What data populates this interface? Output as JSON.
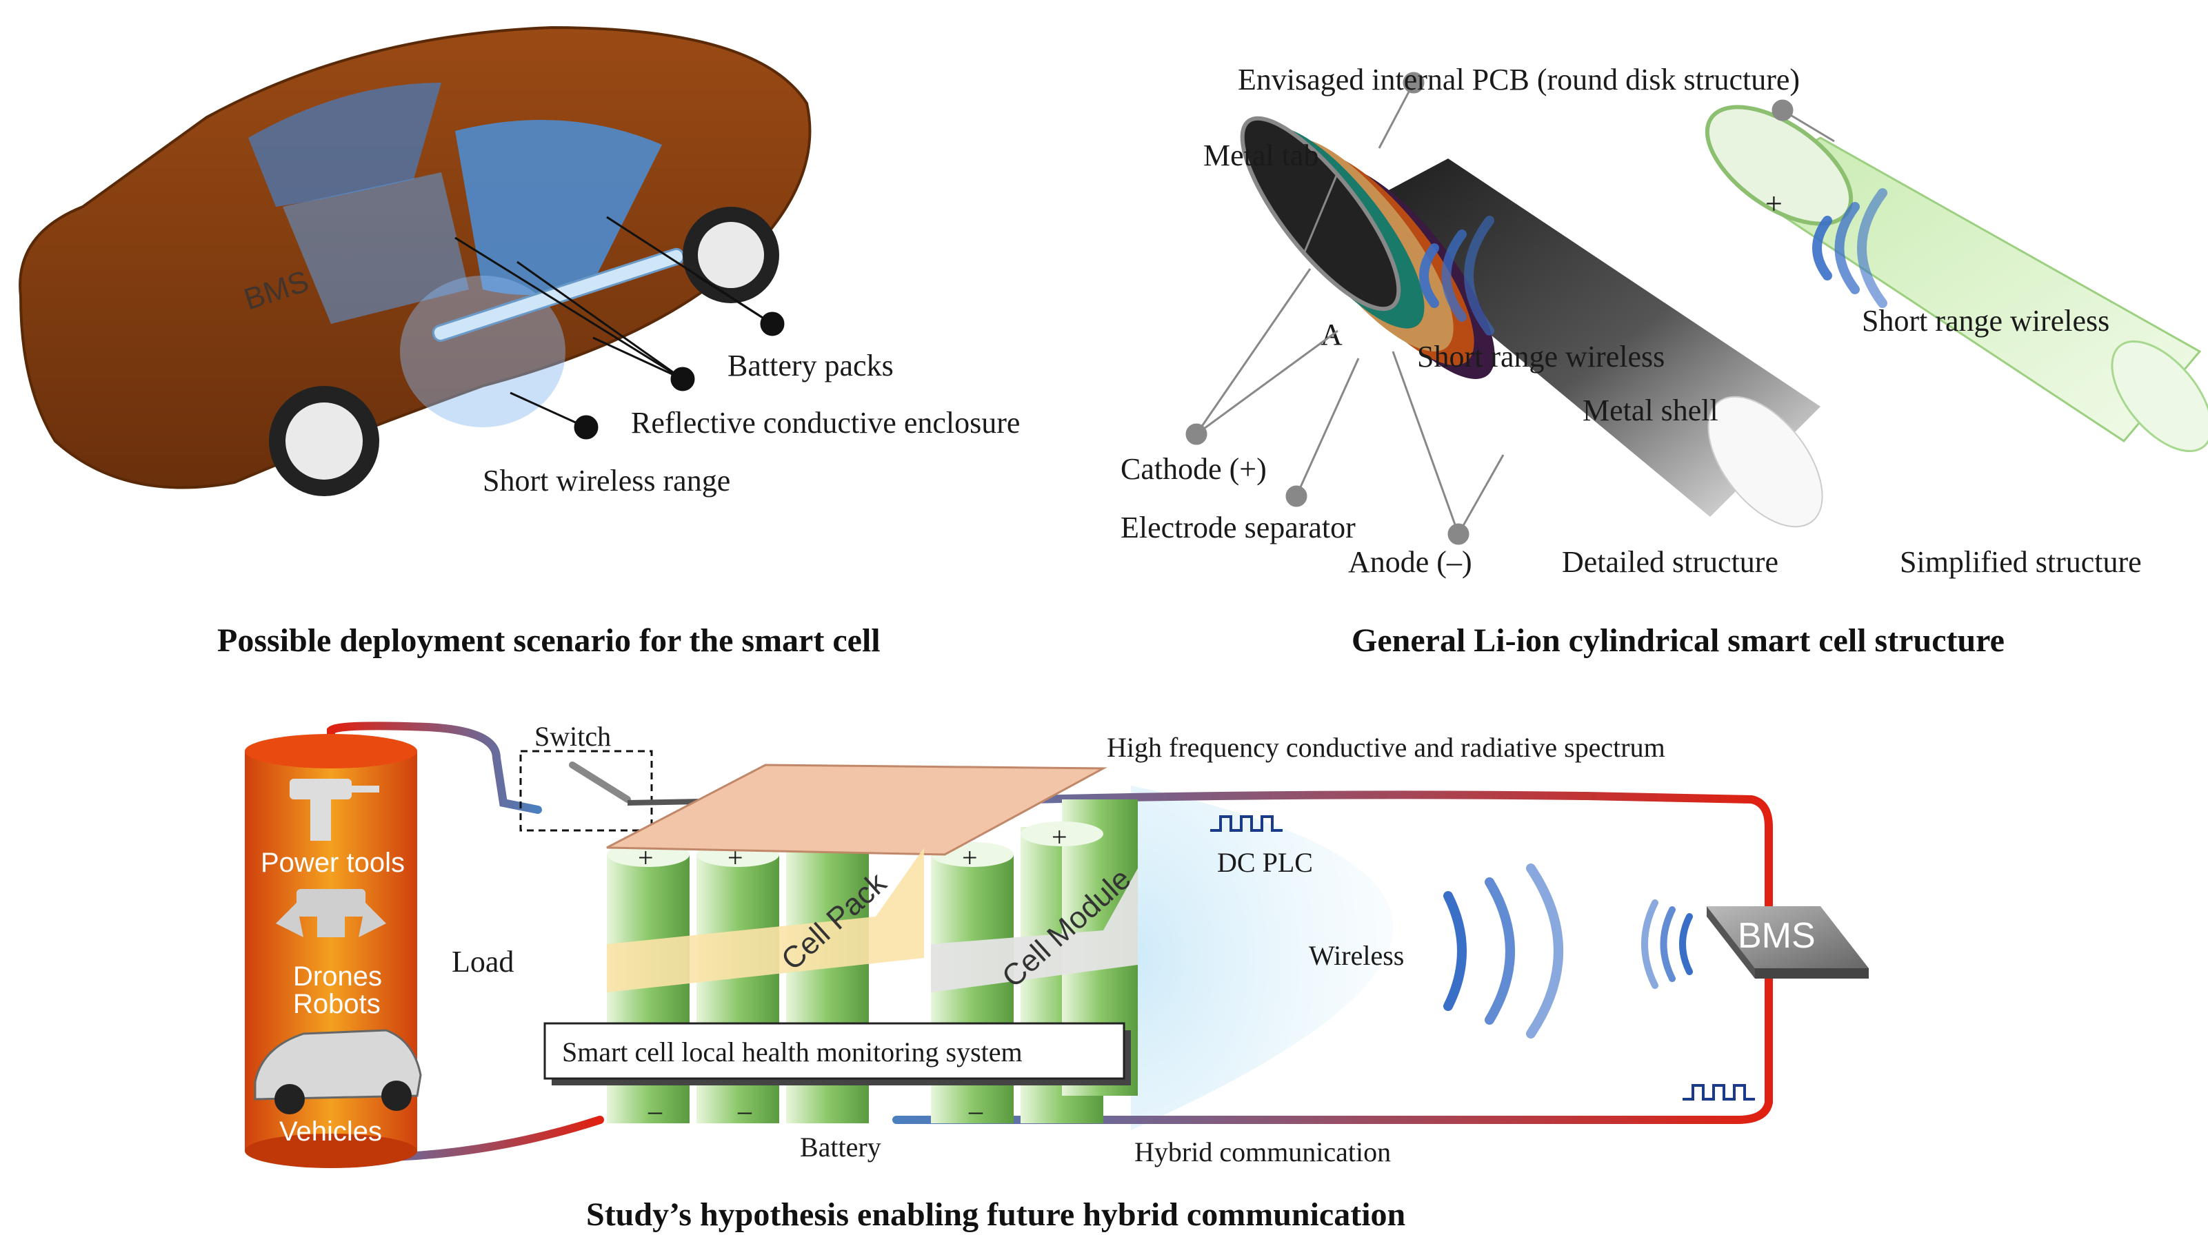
{
  "panels": {
    "top_left": {
      "caption": "Possible deployment scenario for the smart  cell",
      "labels": {
        "battery_packs": "Battery packs",
        "reflective_enclosure": "Reflective  conductive  enclosure",
        "short_wireless_range": "Short wireless range",
        "bms": "BMS"
      }
    },
    "top_right": {
      "caption": "General Li-ion cylindrical smart cell structure",
      "labels": {
        "pcb": "Envisaged  internal PCB (round disk structure)",
        "metal_tab": "Metal tab",
        "short_range_wireless": "Short range wireless",
        "short_range_wireless_2": "Short range wireless",
        "metal_shell": "Metal shell",
        "cathode": "Cathode (+)",
        "electrode_separator": "Electrode separator",
        "anode": "Anode (–)",
        "detailed_structure": "Detailed structure",
        "simplified_structure": "Simplified structure",
        "a_marker": "A"
      }
    },
    "bottom": {
      "caption": "Study’s hypothesis enabling future hybrid communication",
      "labels": {
        "switch": "Switch",
        "spectrum": "High  frequency  conductive  and  radiative  spectrum",
        "dc_plc": "DC PLC",
        "power_tools": "Power tools",
        "drones": "Drones",
        "robots": "Robots",
        "vehicles": "Vehicles",
        "load": "Load",
        "cell_pack": "Cell Pack",
        "cell_module": "Cell Module",
        "wireless": "Wireless",
        "bms": "BMS",
        "monitoring": "Smart cell local health monitoring  system",
        "battery": "Battery",
        "hybrid": "Hybrid  communication",
        "plus": "+",
        "minus": "–"
      }
    }
  },
  "colors": {
    "car_body": "#7a3a10",
    "battery_blue": "#4a90d9",
    "cell_green": "#a8d890",
    "cable_red": "#e02010",
    "cable_blue": "#4a7fc0",
    "load_cylinder": "#e86a10",
    "wireless_wave": "#3a6fc8"
  }
}
